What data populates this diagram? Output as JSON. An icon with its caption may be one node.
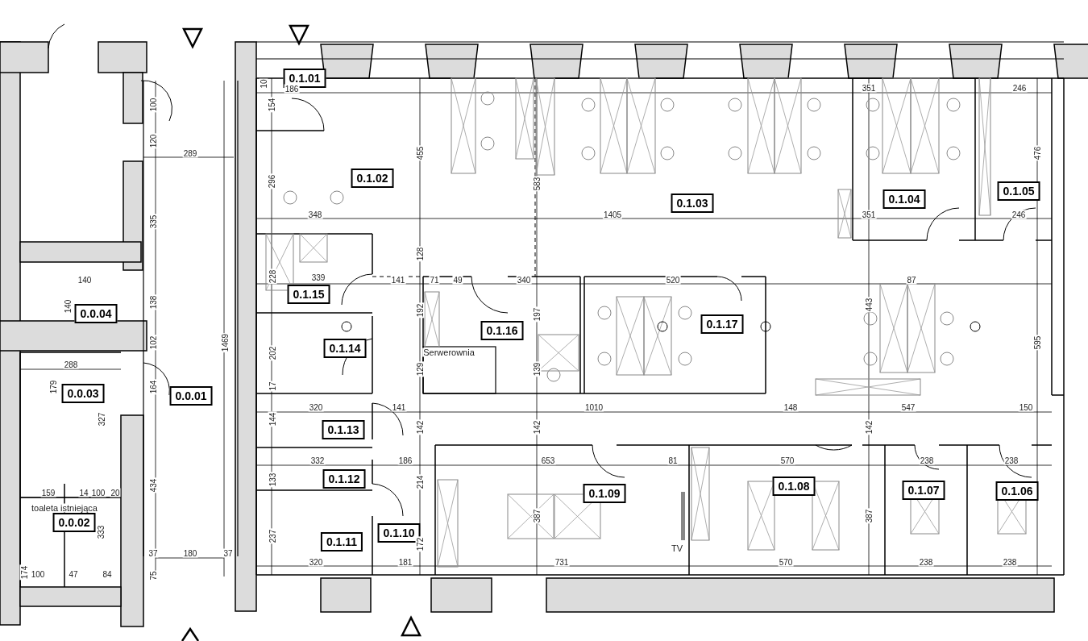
{
  "diagram": {
    "nodes": [
      {
        "text": [
          "0.1.01"
        ]
      },
      {
        "text": [
          "0.1.02"
        ]
      },
      {
        "text": [
          "0.1.05"
        ]
      },
      {
        "text": [
          "0.1.04"
        ]
      },
      {
        "text": [
          "0.1.03"
        ]
      },
      {
        "text": [
          "0.1.15"
        ]
      },
      {
        "text": [
          "0.0.04"
        ]
      },
      {
        "text": [
          "0.1.17"
        ]
      },
      {
        "text": [
          "0.1.16"
        ]
      },
      {
        "text": [
          "0.1.14"
        ]
      },
      {
        "text": [
          "0.0.03"
        ]
      },
      {
        "text": [
          "0.0.01"
        ]
      },
      {
        "text": [
          "0.1.13"
        ]
      },
      {
        "text": [
          "0.1.12"
        ]
      },
      {
        "text": [
          "0.1.08"
        ]
      },
      {
        "text": [
          "0.1.07"
        ]
      },
      {
        "text": [
          "0.1.06"
        ]
      },
      {
        "text": [
          "0.1.09"
        ]
      },
      {
        "text": [
          "0.0.02"
        ]
      },
      {
        "text": [
          "0.1.10"
        ]
      },
      {
        "text": [
          "0.1.11"
        ]
      }
    ],
    "edges": [],
    "labels": [
      "10",
      "186",
      "351",
      "246",
      "100",
      "154",
      "120",
      "289",
      "455",
      "476",
      "296",
      "583",
      "348",
      "1405",
      "351",
      "246",
      "335",
      "128",
      "140",
      "228",
      "339",
      "141",
      "71",
      "49",
      "340",
      "520",
      "87",
      "140",
      "138",
      "192",
      "197",
      "443",
      "102",
      "1469",
      "595",
      "202",
      "Serwerownia",
      "288",
      "129",
      "139",
      "179",
      "164",
      "17",
      "320",
      "141",
      "1010",
      "148",
      "547",
      "150",
      "327",
      "144",
      "142",
      "142",
      "142",
      "332",
      "186",
      "653",
      "81",
      "570",
      "238",
      "238",
      "434",
      "133",
      "214",
      "159",
      "14",
      "100",
      "20",
      "toaleta istniejąca",
      "387",
      "387",
      "333",
      "237",
      "172",
      "TV",
      "37",
      "180",
      "37",
      "320",
      "181",
      "731",
      "570",
      "238",
      "238",
      "174",
      "100",
      "47",
      "84",
      "75"
    ]
  }
}
